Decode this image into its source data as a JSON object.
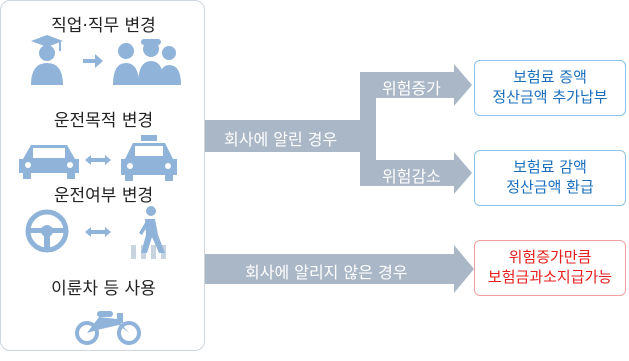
{
  "changes": [
    {
      "label": "직업·직무 변경",
      "from_icon": "graduate-person-icon",
      "to_icon": "workers-group-icon",
      "connector": "single-arrow-icon"
    },
    {
      "label": "운전목적 변경",
      "from_icon": "car-icon",
      "to_icon": "taxi-icon",
      "connector": "double-arrow-icon"
    },
    {
      "label": "운전여부 변경",
      "from_icon": "steering-wheel-icon",
      "to_icon": "pedestrian-icon",
      "connector": "double-arrow-icon"
    },
    {
      "label": "이륜차 등 사용",
      "icon": "motorcycle-icon"
    }
  ],
  "flows": {
    "notified": "회사에 알린 경우",
    "not_notified": "회사에 알리지 않은 경우",
    "risk_increase": "위험증가",
    "risk_decrease": "위험감소"
  },
  "results": {
    "increase": {
      "line1": "보험료 증액",
      "line2": "정산금액 추가납부"
    },
    "decrease": {
      "line1": "보험료 감액",
      "line2": "정산금액 환급"
    },
    "not_notified": {
      "line1": "위험증가만큼",
      "line2": "보험금과소지급가능"
    }
  },
  "colors": {
    "band": "#a9b7c6",
    "icon_blue": "#8fb3d9",
    "accent_red": "#e61e1e",
    "box_blue_text": "#1a6fbd"
  }
}
